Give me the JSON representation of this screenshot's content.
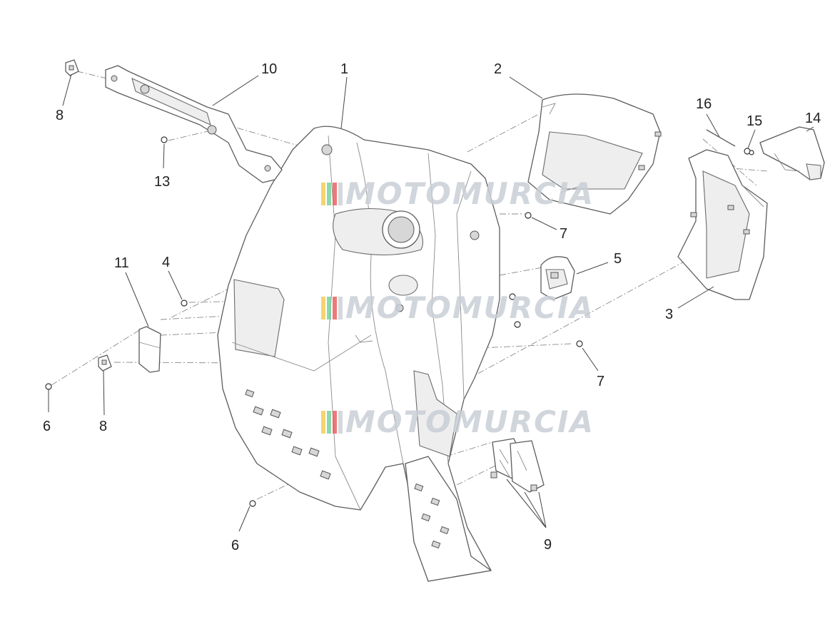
{
  "watermark": {
    "text": "MOTOMURCIA",
    "colors": [
      "#f2c94c",
      "#6fcf97",
      "#eb5757",
      "#c9cfd6"
    ]
  },
  "callouts": [
    {
      "id": "1",
      "label": "1"
    },
    {
      "id": "2",
      "label": "2"
    },
    {
      "id": "3",
      "label": "3"
    },
    {
      "id": "4",
      "label": "4"
    },
    {
      "id": "5",
      "label": "5"
    },
    {
      "id": "6a",
      "label": "6"
    },
    {
      "id": "6b",
      "label": "6"
    },
    {
      "id": "7a",
      "label": "7"
    },
    {
      "id": "7b",
      "label": "7"
    },
    {
      "id": "8a",
      "label": "8"
    },
    {
      "id": "8b",
      "label": "8"
    },
    {
      "id": "9",
      "label": "9"
    },
    {
      "id": "10",
      "label": "10"
    },
    {
      "id": "11",
      "label": "11"
    },
    {
      "id": "13",
      "label": "13"
    },
    {
      "id": "14",
      "label": "14"
    },
    {
      "id": "15",
      "label": "15"
    },
    {
      "id": "16",
      "label": "16"
    }
  ]
}
